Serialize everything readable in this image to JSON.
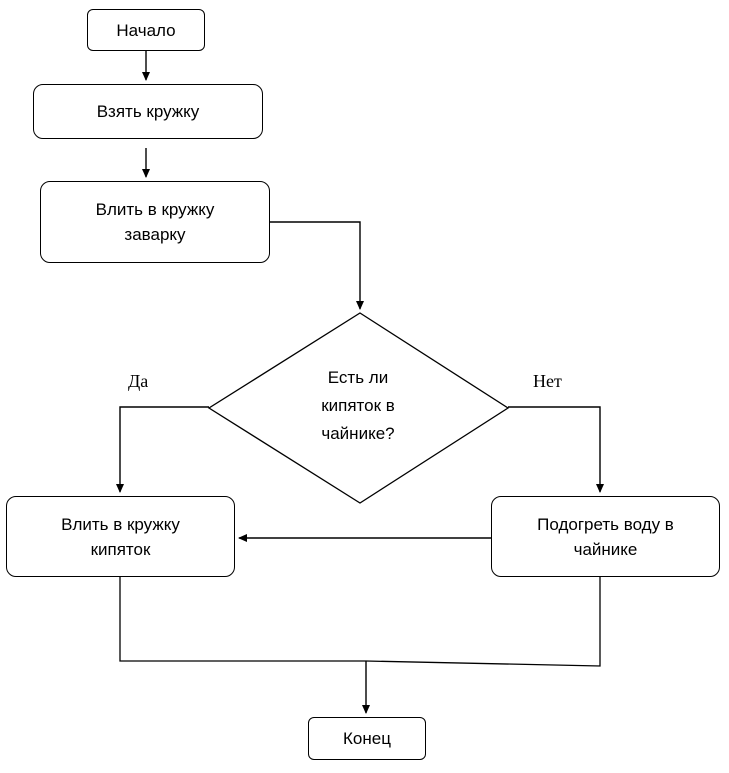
{
  "nodes": {
    "start": "Начало",
    "take_mug": "Взять кружку",
    "pour_brew": "Влить в кружку\nзаварку",
    "decision": "Есть ли\nкипяток в\nчайнике?",
    "pour_boiling": "Влить в кружку\nкипяток",
    "heat_water": "Подогреть воду в\nчайнике",
    "end": "Конец"
  },
  "branches": {
    "yes": "Да",
    "no": "Нет"
  },
  "colors": {
    "stroke": "#000000",
    "background": "#ffffff"
  }
}
